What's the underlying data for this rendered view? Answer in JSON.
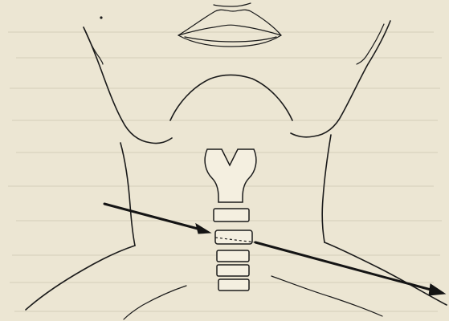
{
  "figure": {
    "subject": "neck-anatomy-line-drawing",
    "colors": {
      "paper": "#ece6d3",
      "ink": "#1b1b1b",
      "bleed_through": "#c9c2ae"
    },
    "parts": {
      "structures": [
        "lips",
        "chin",
        "jaw",
        "neck",
        "shoulders",
        "thyroid-cartilage",
        "tracheal-rings",
        "needle"
      ],
      "tracheal_ring_count": 5,
      "arrow_count": 2
    }
  }
}
